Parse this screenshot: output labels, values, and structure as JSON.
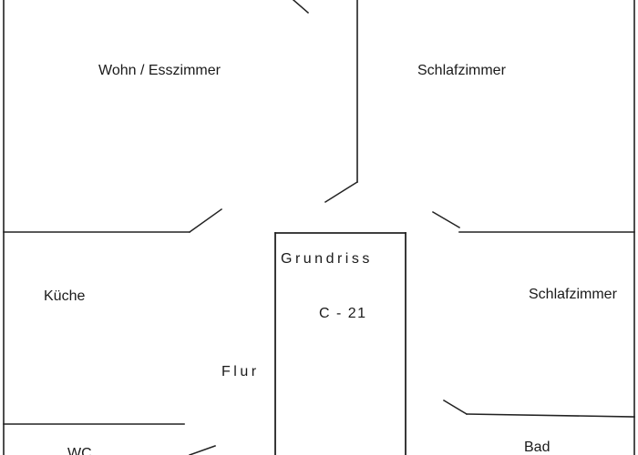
{
  "rooms": {
    "wohn_esszimmer": "Wohn / Esszimmer",
    "schlafzimmer_1": "Schlafzimmer",
    "kueche": "Küche",
    "grundriss": "Grundriss",
    "plan_code": "C - 21",
    "schlafzimmer_2": "Schlafzimmer",
    "flur": "Flur",
    "wc": "WC",
    "bad": "Bad"
  }
}
